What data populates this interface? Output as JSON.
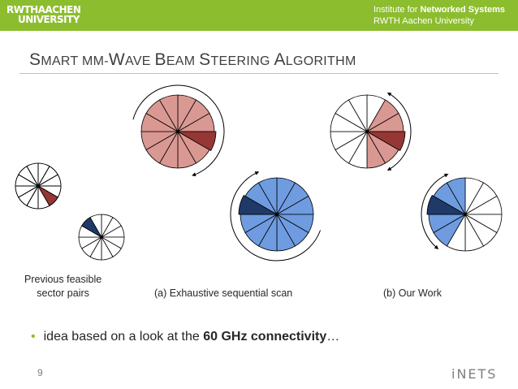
{
  "header": {
    "logo_line1": "RWTHAACHEN",
    "logo_line2": "UNIVERSITY",
    "institute_prefix": "Institute for ",
    "institute_bold": "Networked Systems",
    "university": "RWTH Aachen University"
  },
  "slide": {
    "title_parts": [
      "S",
      "MART MM-",
      "W",
      "AVE ",
      "B",
      "EAM ",
      "S",
      "TEERING ",
      "A",
      "LGORITHM"
    ],
    "caption_prev_line1": "Previous feasible",
    "caption_prev_line2": "sector pairs",
    "caption_a": "(a) Exhaustive sequential scan",
    "caption_b": "(b) Our Work",
    "bullet_prefix": "idea based on a look at the ",
    "bullet_bold": "60 GHz connectivity",
    "bullet_suffix": "…",
    "page_number": "9",
    "footer_logo": "iNETS"
  },
  "colors": {
    "header_green": "#8cbd2e",
    "red_light": "#da9892",
    "red_dark": "#953734",
    "blue_light": "#6f9ce0",
    "blue_dark": "#1f3a68"
  }
}
